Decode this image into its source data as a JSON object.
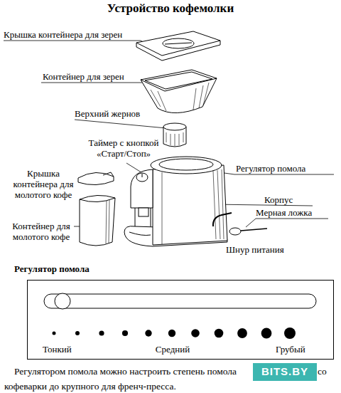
{
  "diagram": {
    "title": "Устройство кофемолки",
    "nodes": [
      {
        "text": [
          "Регулятор помола",
          "Тонкий",
          "Средний",
          "Грубый"
        ]
      },
      {
        "text": [
          "BITS.BY"
        ]
      }
    ],
    "labels": [
      "Крышка контейнера для зерен",
      "Контейнер для зерен",
      "Верхний жернов",
      "Таймер с кнопкой «Старт/Стоп»",
      "Регулятор помола",
      "Крышка контейнера для молотого кофе",
      "Корпус",
      "Мерная ложка",
      "Контейнер для молотого кофе",
      "Шнур питания",
      "Регулятором помола можно настроить степень помола",
      "со",
      "кофеварки до крупного для френч-пресса."
    ]
  }
}
